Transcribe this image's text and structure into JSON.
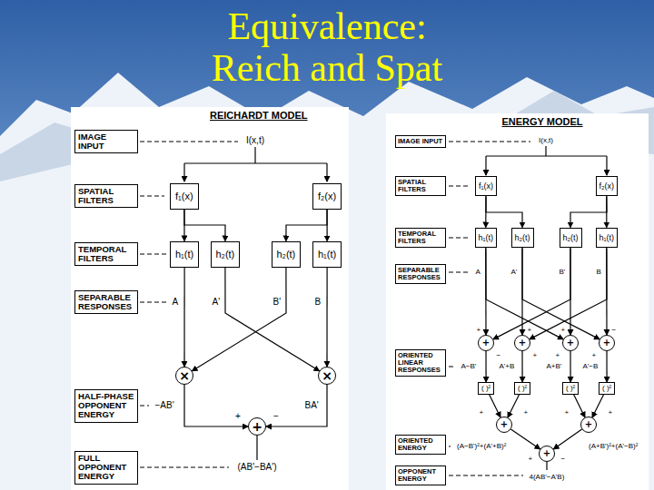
{
  "diagram": {
    "title": "Equivalence: Reich and Spat",
    "nodes": [
      {
        "text": [
          "REICHARDT MODEL"
        ]
      },
      {
        "text": [
          "IMAGE INPUT"
        ],
        "in": 0
      },
      {
        "text": [
          "SPATIAL FILTERS"
        ],
        "in": 0
      },
      {
        "text": [
          "TEMPORAL FILTERS"
        ],
        "in": 0
      },
      {
        "text": [
          "SEPARABLE RESPONSES"
        ],
        "in": 0
      },
      {
        "text": [
          "HALF-PHASE OPPONENT ENERGY"
        ],
        "in": 0
      },
      {
        "text": [
          "FULL OPPONENT ENERGY"
        ],
        "in": 0
      },
      {
        "text": [
          "f₁(x)"
        ],
        "in": 0
      },
      {
        "text": [
          "f₂(x)"
        ],
        "in": 0
      },
      {
        "text": [
          "h₁(t)"
        ],
        "in": 0
      },
      {
        "text": [
          "h₂(t)"
        ],
        "in": 0
      },
      {
        "text": [
          "h₂(t)"
        ],
        "in": 0
      },
      {
        "text": [
          "h₁(t)"
        ],
        "in": 0
      },
      {
        "text": [
          "×"
        ],
        "in": 0
      },
      {
        "text": [
          "×"
        ],
        "in": 0
      },
      {
        "text": [
          "+"
        ],
        "in": 0
      },
      {
        "text": [
          "ENERGY MODEL"
        ]
      },
      {
        "text": [
          "IMAGE INPUT"
        ],
        "in": 16
      },
      {
        "text": [
          "SPATIAL FILTERS"
        ],
        "in": 16
      },
      {
        "text": [
          "TEMPORAL FILTERS"
        ],
        "in": 16
      },
      {
        "text": [
          "SEPARABLE RESPONSES"
        ],
        "in": 16
      },
      {
        "text": [
          "ORIENTED LINEAR RESPONSES"
        ],
        "in": 16
      },
      {
        "text": [
          "ORIENTED ENERGY"
        ],
        "in": 16
      },
      {
        "text": [
          "OPPONENT ENERGY"
        ],
        "in": 16
      },
      {
        "text": [
          "f₁(x)"
        ],
        "in": 16
      },
      {
        "text": [
          "f₂(x)"
        ],
        "in": 16
      },
      {
        "text": [
          "h₁(t)"
        ],
        "in": 16
      },
      {
        "text": [
          "h₂(t)"
        ],
        "in": 16
      },
      {
        "text": [
          "h₂(t)"
        ],
        "in": 16
      },
      {
        "text": [
          "h₁(t)"
        ],
        "in": 16
      },
      {
        "text": [
          "+"
        ],
        "in": 16
      },
      {
        "text": [
          "+"
        ],
        "in": 16
      },
      {
        "text": [
          "+"
        ],
        "in": 16
      },
      {
        "text": [
          "+"
        ],
        "in": 16
      },
      {
        "text": [
          "( )²"
        ],
        "in": 16
      },
      {
        "text": [
          "( )²"
        ],
        "in": 16
      },
      {
        "text": [
          "( )²"
        ],
        "in": 16
      },
      {
        "text": [
          "( )²"
        ],
        "in": 16
      },
      {
        "text": [
          "+"
        ],
        "in": 16
      },
      {
        "text": [
          "+"
        ],
        "in": 16
      },
      {
        "text": [
          "+"
        ],
        "in": 16
      }
    ],
    "edges": [
      {
        "from": 7,
        "to": 9,
        "arrow": "to"
      },
      {
        "from": 7,
        "to": 10,
        "arrow": "to"
      },
      {
        "from": 8,
        "to": 11,
        "arrow": "to"
      },
      {
        "from": 8,
        "to": 12,
        "arrow": "to"
      },
      {
        "from": 9,
        "to": 13,
        "arrow": "to"
      },
      {
        "from": 10,
        "to": 14,
        "arrow": "to"
      },
      {
        "from": 11,
        "to": 13,
        "arrow": "to"
      },
      {
        "from": 12,
        "to": 14,
        "arrow": "to"
      },
      {
        "from": 13,
        "to": 15,
        "arrow": "to"
      },
      {
        "from": 14,
        "to": 15,
        "arrow": "to"
      },
      {
        "from": 24,
        "to": 26,
        "arrow": "to"
      },
      {
        "from": 24,
        "to": 27,
        "arrow": "to"
      },
      {
        "from": 25,
        "to": 28,
        "arrow": "to"
      },
      {
        "from": 25,
        "to": 29,
        "arrow": "to"
      },
      {
        "from": 26,
        "to": 30,
        "arrow": "to"
      },
      {
        "from": 28,
        "to": 30,
        "arrow": "to"
      },
      {
        "from": 27,
        "to": 31,
        "arrow": "to"
      },
      {
        "from": 29,
        "to": 31,
        "arrow": "to"
      },
      {
        "from": 26,
        "to": 32,
        "arrow": "to"
      },
      {
        "from": 28,
        "to": 32,
        "arrow": "to"
      },
      {
        "from": 27,
        "to": 33,
        "arrow": "to"
      },
      {
        "from": 29,
        "to": 33,
        "arrow": "to"
      },
      {
        "from": 30,
        "to": 34,
        "arrow": "to"
      },
      {
        "from": 31,
        "to": 35,
        "arrow": "to"
      },
      {
        "from": 32,
        "to": 36,
        "arrow": "to"
      },
      {
        "from": 33,
        "to": 37,
        "arrow": "to"
      },
      {
        "from": 34,
        "to": 38,
        "arrow": "to"
      },
      {
        "from": 35,
        "to": 38,
        "arrow": "to"
      },
      {
        "from": 36,
        "to": 39,
        "arrow": "to"
      },
      {
        "from": 37,
        "to": 39,
        "arrow": "to"
      },
      {
        "from": 38,
        "to": 40,
        "arrow": "to"
      },
      {
        "from": 39,
        "to": 40,
        "arrow": "to"
      }
    ],
    "labels": [
      "I(x,t)",
      "A",
      "A'",
      "B'",
      "B",
      "−AB'",
      "BA'",
      "+",
      "−",
      "(AB'−BA')",
      "I(x,t)",
      "A",
      "A'",
      "B'",
      "B",
      "+",
      "−",
      "+",
      "+",
      "+",
      "+",
      "−",
      "+",
      "A−B'",
      "A'+B",
      "A+B'",
      "A'−B",
      "+",
      "+",
      "+",
      "+",
      "(A−B')²+(A'+B)²",
      "(A+B')²+(A'−B)²",
      "+",
      "−",
      "4(AB'−A'B)"
    ]
  }
}
